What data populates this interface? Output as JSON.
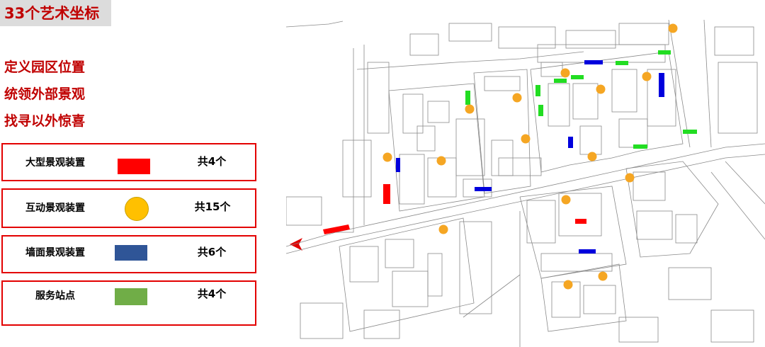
{
  "header": {
    "title": "33个艺术坐标"
  },
  "slogans": [
    "定义园区位置",
    "统领外部景观",
    "找寻以外惊喜"
  ],
  "legend": [
    {
      "label": "大型景观装置",
      "count": "共4个",
      "shape": "rect",
      "color": "#ff0000"
    },
    {
      "label": "互动景观装置",
      "count": "共15个",
      "shape": "circle",
      "color": "#ffc000"
    },
    {
      "label": "墙面景观装置",
      "count": "共6个",
      "shape": "rect",
      "color": "#2f5597"
    },
    {
      "label": "服务站点",
      "count": "共4个",
      "shape": "rect",
      "color": "#70ad47"
    }
  ],
  "colors": {
    "accent": "#c00000",
    "border": "#e30000",
    "large": "#ff0000",
    "interactive": "#f5a623",
    "wall": "#0000dd",
    "service": "#22dd22",
    "entrance": "#e00000"
  },
  "map": {
    "entrance_icon": "entrance-arrow-icon"
  }
}
